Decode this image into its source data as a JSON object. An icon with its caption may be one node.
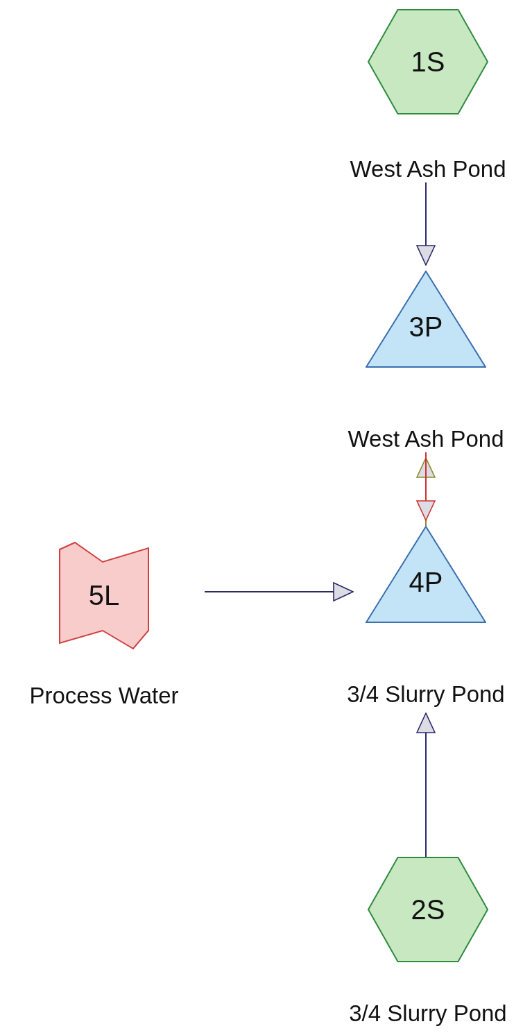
{
  "diagram": {
    "nodes": [
      {
        "text": [
          "1S"
        ],
        "beside": [
          "West Ash Pond"
        ]
      },
      {
        "text": [
          "3P"
        ],
        "beside": [
          "West Ash Pond"
        ]
      },
      {
        "text": [
          "5L"
        ],
        "beside": [
          "Process Water"
        ]
      },
      {
        "text": [
          "4P"
        ],
        "beside": [
          "3/4 Slurry Pond"
        ]
      },
      {
        "text": [
          "2S"
        ],
        "beside": [
          "3/4 Slurry Pond"
        ]
      }
    ],
    "edges": [
      {
        "from": 0,
        "to": 1,
        "arrow": "to"
      },
      {
        "from": 3,
        "to": 1,
        "arrow": "to",
        "color": "#8a8a30"
      },
      {
        "from": 1,
        "to": 3,
        "arrow": "to",
        "color": "#d03030"
      },
      {
        "from": 2,
        "to": 3,
        "arrow": "to"
      },
      {
        "from": 4,
        "to": 3,
        "arrow": "to"
      }
    ]
  }
}
